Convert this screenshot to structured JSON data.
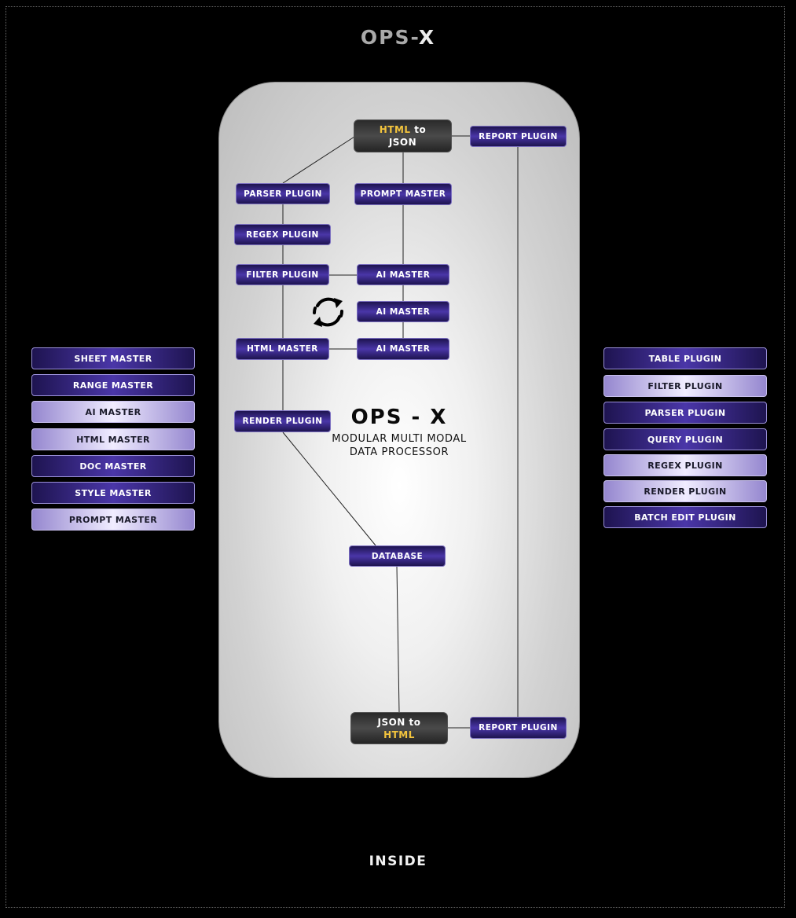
{
  "header": {
    "title_main": "OPS-",
    "title_accent": "X"
  },
  "footer": {
    "label": "INSIDE"
  },
  "center": {
    "title": "OPS - X",
    "subtitle_line1": "MODULAR MULTI MODAL",
    "subtitle_line2": "DATA PROCESSOR"
  },
  "nodes": {
    "html_to_json": {
      "part1": "HTML",
      "part2": " to",
      "part3": "JSON"
    },
    "json_to_html": {
      "part1": "JSON to",
      "part2": "HTML"
    },
    "report_plugin_top": "REPORT PLUGIN",
    "report_plugin_bottom": "REPORT PLUGIN",
    "parser_plugin": "PARSER PLUGIN",
    "prompt_master": "PROMPT MASTER",
    "regex_plugin": "REGEX PLUGIN",
    "filter_plugin": "FILTER PLUGIN",
    "ai_master_1": "AI MASTER",
    "ai_master_2": "AI MASTER",
    "ai_master_3": "AI MASTER",
    "html_master": "HTML MASTER",
    "render_plugin": "RENDER PLUGIN",
    "database": "DATABASE"
  },
  "left_list": [
    {
      "label": "SHEET MASTER",
      "style": "deep"
    },
    {
      "label": "RANGE MASTER",
      "style": "deep"
    },
    {
      "label": "AI MASTER",
      "style": "light"
    },
    {
      "label": "HTML MASTER",
      "style": "light"
    },
    {
      "label": "DOC MASTER",
      "style": "deep"
    },
    {
      "label": "STYLE MASTER",
      "style": "deep"
    },
    {
      "label": "PROMPT MASTER",
      "style": "light"
    }
  ],
  "right_list": [
    {
      "label": "TABLE PLUGIN",
      "style": "deep"
    },
    {
      "label": "FILTER PLUGIN",
      "style": "light"
    },
    {
      "label": "PARSER PLUGIN",
      "style": "deep"
    },
    {
      "label": "QUERY PLUGIN",
      "style": "deep"
    },
    {
      "label": "REGEX PLUGIN",
      "style": "light"
    },
    {
      "label": "RENDER PLUGIN",
      "style": "light"
    },
    {
      "label": "BATCH EDIT PLUGIN",
      "style": "deep"
    }
  ],
  "icons": {
    "cycle": "refresh-cycle-icon"
  },
  "colors": {
    "node_deep": "#3a2a8a",
    "node_light": "#b7acea",
    "highlight": "#f3c43d",
    "background": "#000000"
  }
}
